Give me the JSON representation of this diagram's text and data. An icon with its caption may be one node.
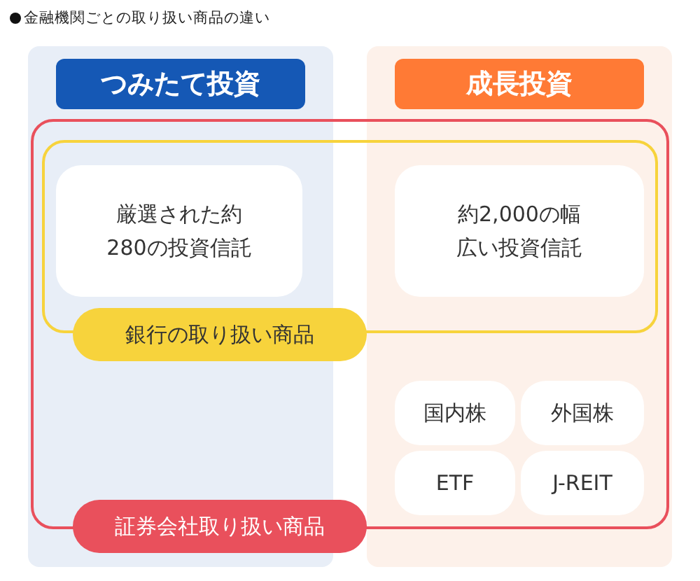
{
  "diagram": {
    "title": "金融機関ごとの取り扱い商品の違い",
    "nodes": [
      {
        "text": [
          "つみたて投資"
        ]
      },
      {
        "text": [
          "成長投資"
        ]
      },
      {
        "text": [
          "証券会社取り扱い商品"
        ]
      },
      {
        "text": [
          "銀行の取り扱い商品"
        ],
        "in": 2
      },
      {
        "text": [
          "厳選された約280の投資信託"
        ],
        "in": 3
      },
      {
        "text": [
          "約2,000の幅広い投資信託"
        ],
        "in": 3
      },
      {
        "text": [
          "国内株"
        ],
        "in": 2
      },
      {
        "text": [
          "外国株"
        ],
        "in": 2
      },
      {
        "text": [
          "ETF"
        ],
        "in": 2
      },
      {
        "text": [
          "J-REIT"
        ],
        "in": 2
      }
    ]
  }
}
